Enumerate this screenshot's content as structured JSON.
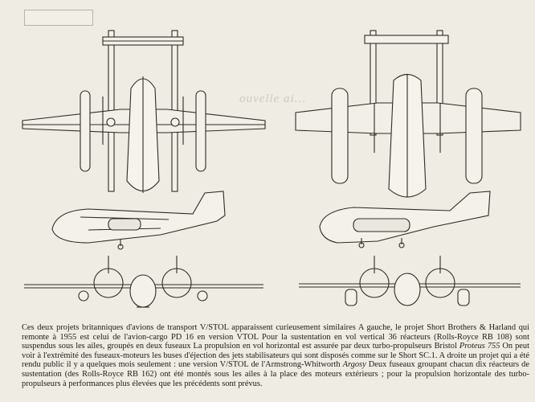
{
  "tag_label": "",
  "ghost_text": "ouvelle ai…",
  "caption": {
    "p1": "Ces deux projets britanniques d'avions de transport V/STOL apparaissent curieusement similaires  A gauche, le projet Short Brothers & Harland qui remonte à 1955 est celui de l'avion-cargo PD 16 en version VTOL  Pour la sustentation en vol vertical 36 réacteurs (Rolls-Royce RB 108) sont suspendus sous les ailes, groupés en deux fuseaux  La propulsion en vol horizontal est assurée par deux turbo-propulseurs Bristol ",
    "p1_italic": "Proteus 755",
    "p2": "  On peut voir à l'extrémité des fuseaux-moteurs les buses d'éjection des jets stabilisateurs qui sont disposés comme sur le Short SC.1. A droite un projet qui a été rendu public il y a quelques mois seulement : une version V/STOL de l'Armstrong-Whitworth ",
    "p2_italic": "Argosy",
    "p3": "  Deux fuseaux groupant chacun dix réacteurs de sustentation (des Rolls-Royce RB 162) ont été montés sous les ailes à la place des moteurs extérieurs ; pour la propulsion horizontale des turbo-propulseurs à performances plus élevées que les précédents sont prévus."
  }
}
